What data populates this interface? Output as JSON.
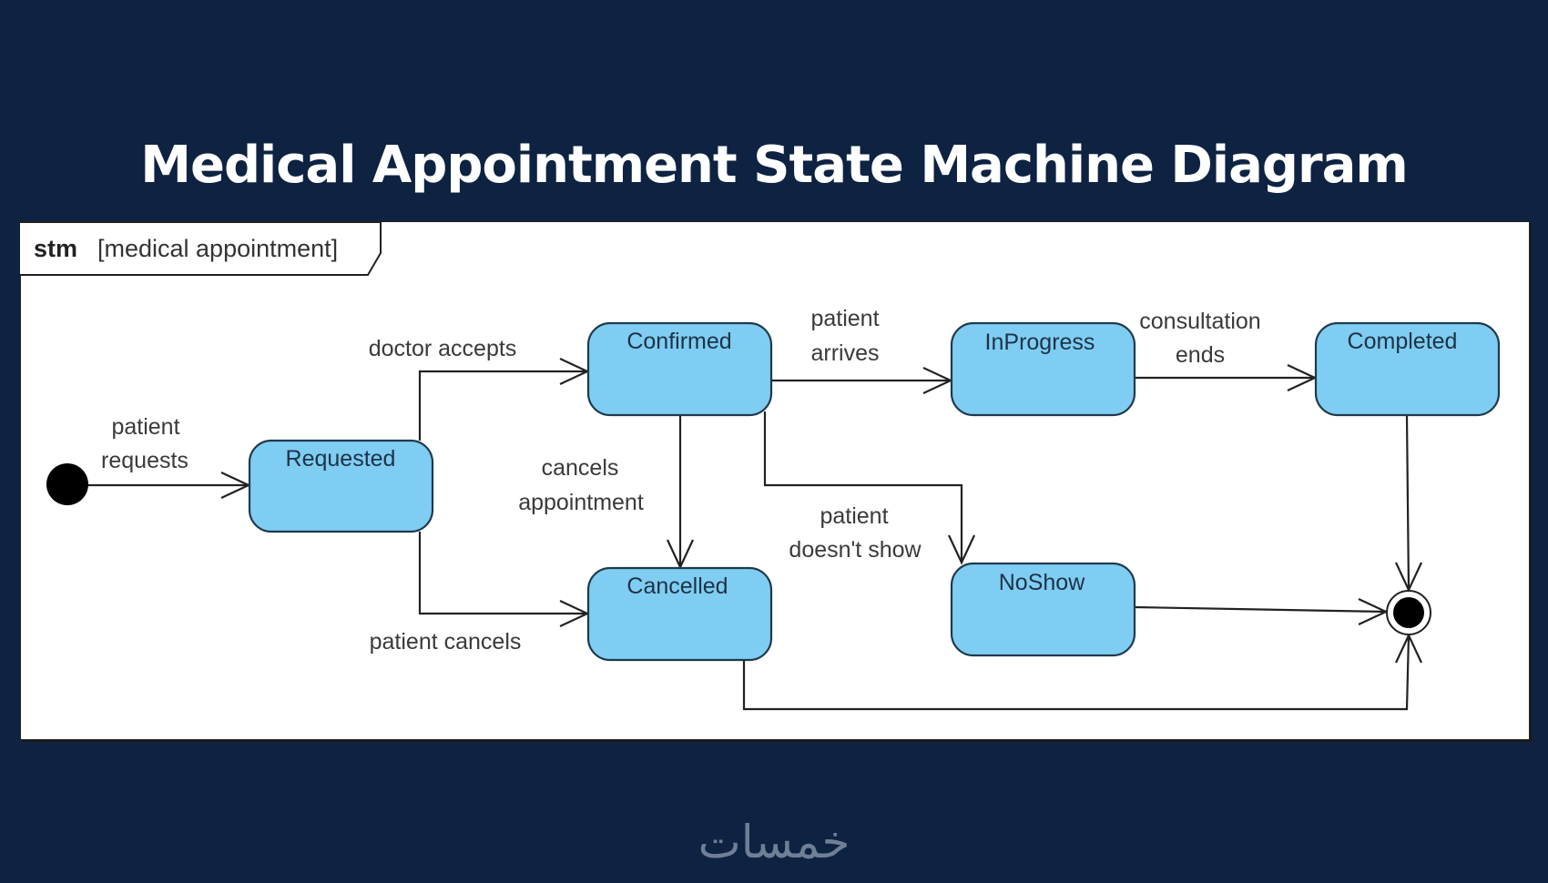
{
  "title": "Medical Appointment State Machine Diagram",
  "frame": {
    "keyword": "stm",
    "name": "[medical appointment]"
  },
  "colors": {
    "background": "#0e2242",
    "state_fill": "#7fcdf2",
    "state_stroke": "#1f3a4c",
    "edge": "#222222",
    "panel": "#ffffff"
  },
  "states": [
    {
      "id": "requested",
      "label": "Requested"
    },
    {
      "id": "confirmed",
      "label": "Confirmed"
    },
    {
      "id": "inprogress",
      "label": "InProgress"
    },
    {
      "id": "completed",
      "label": "Completed"
    },
    {
      "id": "cancelled",
      "label": "Cancelled"
    },
    {
      "id": "noshow",
      "label": "NoShow"
    }
  ],
  "pseudostates": [
    {
      "id": "initial",
      "kind": "initial"
    },
    {
      "id": "final",
      "kind": "final"
    }
  ],
  "transitions": [
    {
      "from": "initial",
      "to": "requested",
      "label_lines": [
        "patient",
        "requests"
      ]
    },
    {
      "from": "requested",
      "to": "confirmed",
      "label_lines": [
        "doctor accepts"
      ]
    },
    {
      "from": "requested",
      "to": "cancelled",
      "label_lines": [
        "patient cancels"
      ]
    },
    {
      "from": "confirmed",
      "to": "inprogress",
      "label_lines": [
        "patient",
        "arrives"
      ]
    },
    {
      "from": "confirmed",
      "to": "cancelled",
      "label_lines": [
        "cancels",
        "appointment"
      ]
    },
    {
      "from": "confirmed",
      "to": "noshow",
      "label_lines": [
        "patient",
        "doesn't show"
      ]
    },
    {
      "from": "inprogress",
      "to": "completed",
      "label_lines": [
        "consultation",
        "ends"
      ]
    },
    {
      "from": "completed",
      "to": "final",
      "label_lines": []
    },
    {
      "from": "noshow",
      "to": "final",
      "label_lines": []
    },
    {
      "from": "cancelled",
      "to": "final",
      "label_lines": []
    }
  ],
  "watermark": "خمسات"
}
